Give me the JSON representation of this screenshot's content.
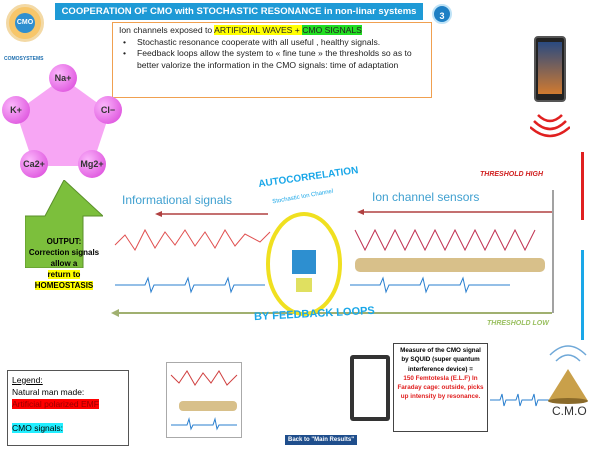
{
  "header": {
    "title": "COOPERATION OF CMO with STOCHASTIC RESONANCE in non-linar systems",
    "page_number": "3",
    "logo_text": "CMO",
    "logo_sub": "COMOSYSTEMS"
  },
  "info": {
    "intro": "Ion channels exposed to ",
    "hl1": "ARTIFICIAL WAVES",
    "plus": " + ",
    "hl2": "CMO SIGNALS",
    "bullets": [
      "Stochastic resonance cooperate with all useful , healthy signals.",
      "Feedback loops allow the system to « fine tune » the thresholds so as to better valorize the information in the CMO signals: time of adaptation"
    ]
  },
  "ions": [
    "Na+",
    "K+",
    "Cl−",
    "Ca2+",
    "Mg2+"
  ],
  "output": {
    "l1": "OUTPUT:",
    "l2": "Correction signals allow a",
    "l3": "return to",
    "l4": "HOMEOSTASIS"
  },
  "diagram": {
    "autocorrelation": "AUTOCORRELATION",
    "stochastic": "Stochastic Ion Channel",
    "informational": "Informational signals",
    "sensors": "Ion channel sensors",
    "feedback": "BY FEEDBACK LOOPS",
    "threshold_high": "THRESHOLD HIGH",
    "threshold_low": "THRESHOLD LOW"
  },
  "legend": {
    "title": "Legend:",
    "natural": "Natural man made:",
    "artificial": "Artificial polarized EMF",
    "cmo": "CMO signals:"
  },
  "measure": {
    "black": "Measure of the CMO signal by SQUID (super quantum interference device) =",
    "red": "150 Femtotesla (E.L.F) In Faraday cage: outside, picks up intensity by resonance."
  },
  "back_button": "Back to \"Main Results\"",
  "cmo_label": "C.M.O",
  "colors": {
    "title_bar": "#1e9ad6",
    "red": "#e02020",
    "blue": "#1aa7e8",
    "green_arrow": "#7cbf3c"
  }
}
